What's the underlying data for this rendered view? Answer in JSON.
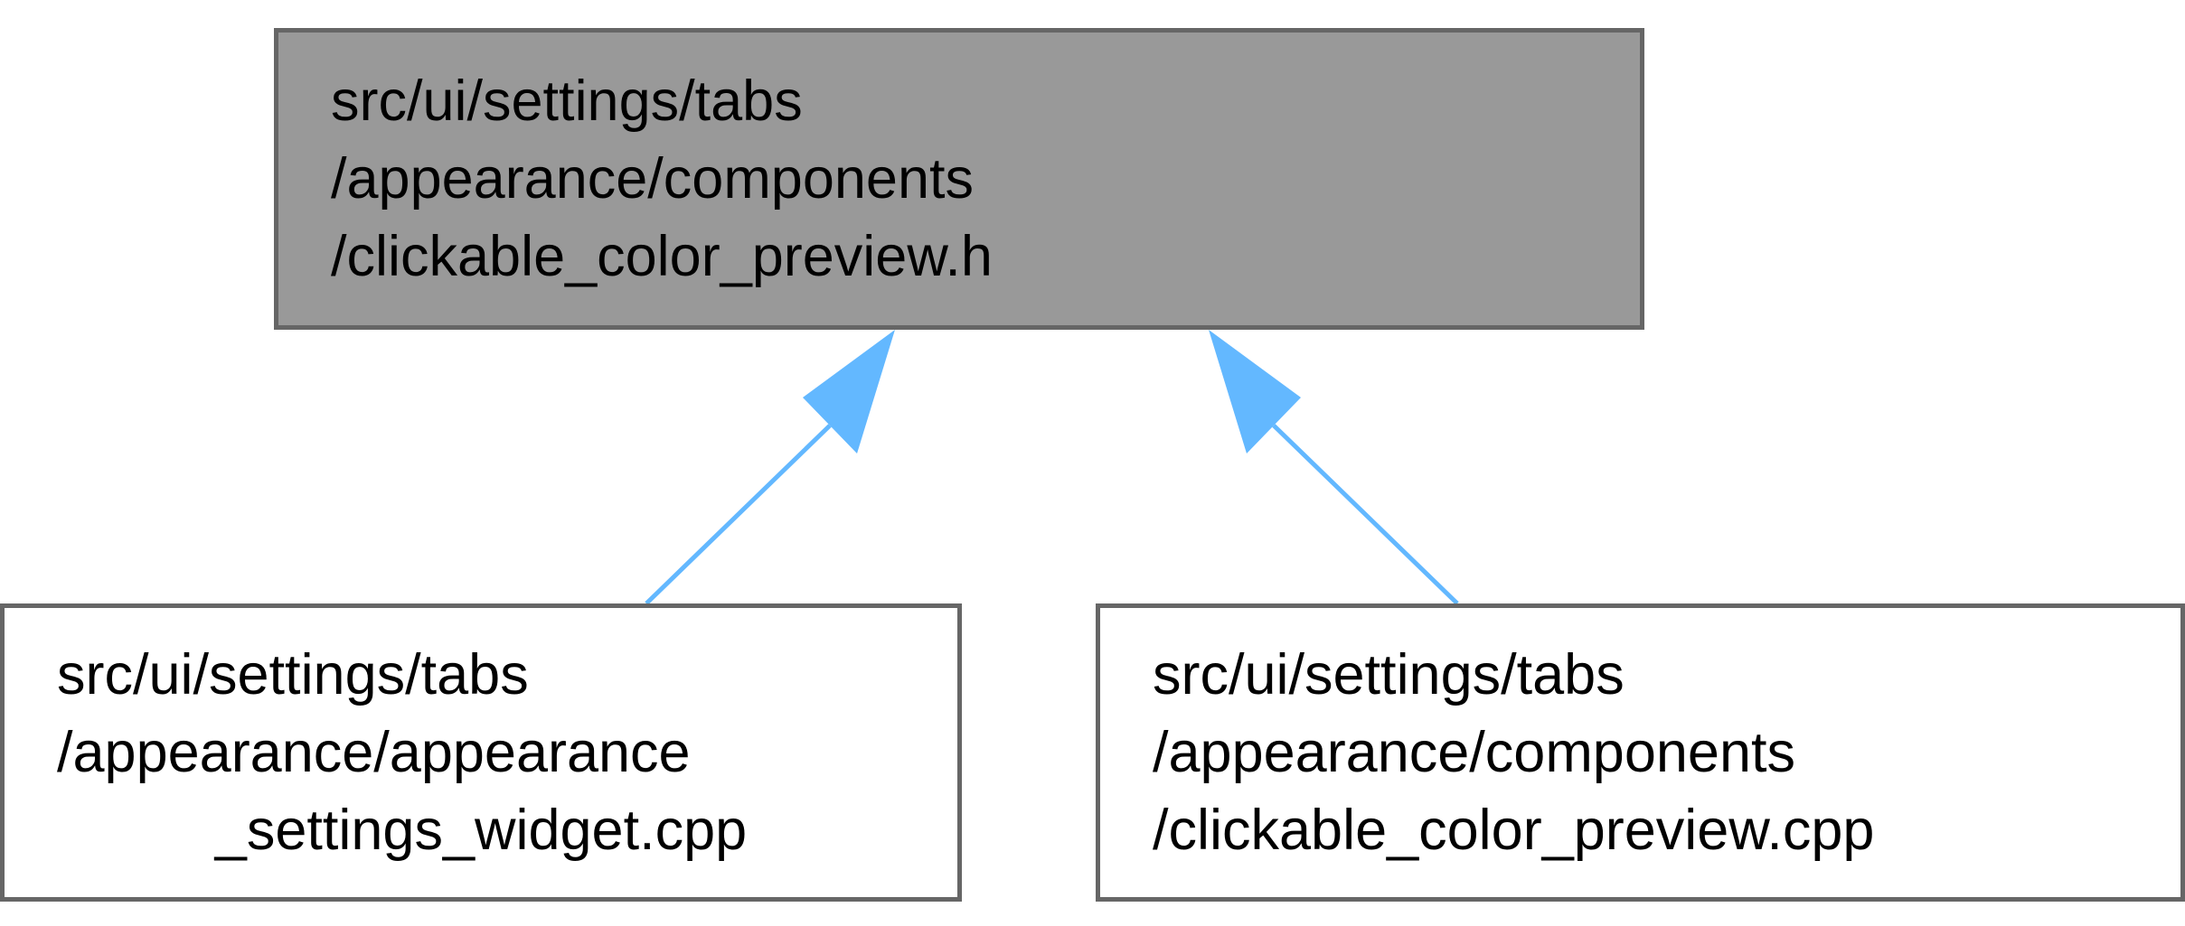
{
  "diagram": {
    "type": "include-dependency-graph",
    "colors": {
      "edge": "#63b8ff",
      "node_border": "#666666",
      "current_node_fill": "#999999",
      "node_fill": "#ffffff"
    },
    "nodes": [
      {
        "id": "main",
        "current": true,
        "lines": [
          "src/ui/settings/tabs",
          "/appearance/components",
          "/clickable_color_preview.h"
        ]
      },
      {
        "id": "left",
        "current": false,
        "lines": [
          "src/ui/settings/tabs",
          "/appearance/appearance",
          "_settings_widget.cpp"
        ]
      },
      {
        "id": "right",
        "current": false,
        "lines": [
          "src/ui/settings/tabs",
          "/appearance/components",
          "/clickable_color_preview.cpp"
        ]
      }
    ],
    "edges": [
      {
        "from": "left",
        "to": "main"
      },
      {
        "from": "right",
        "to": "main"
      }
    ]
  }
}
